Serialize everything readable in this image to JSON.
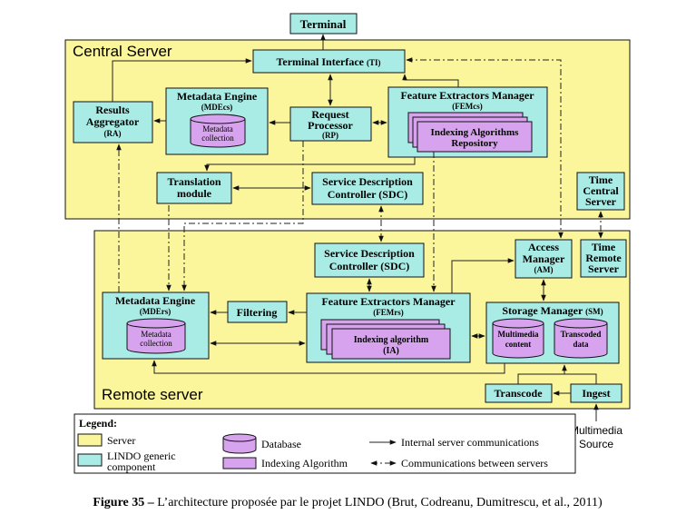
{
  "zones": {
    "central": "Central Server",
    "remote": "Remote server"
  },
  "terminal": "Terminal",
  "central_server": {
    "terminal_interface": {
      "name": "Terminal Interface",
      "abbr": "(TI)"
    },
    "results_aggregator": {
      "line1": "Results",
      "line2": "Aggregator",
      "abbr": "(RA)"
    },
    "metadata_engine": {
      "name": "Metadata Engine",
      "abbr": "(MDEcs)",
      "db_line1": "Metadata",
      "db_line2": "collection"
    },
    "request_processor": {
      "line1": "Request",
      "line2": "Processor",
      "abbr": "(RP)"
    },
    "feature_extractors_manager": {
      "name": "Feature Extractors Manager",
      "abbr": "(FEMcs)",
      "repo_line1": "Indexing Algorithms",
      "repo_line2": "Repository"
    },
    "translation_module": {
      "line1": "Translation",
      "line2": "module"
    },
    "service_description_controller": {
      "line1": "Service Description",
      "line2": "Controller (SDC)"
    }
  },
  "time_central_server": {
    "line1": "Time",
    "line2": "Central",
    "line3": "Server"
  },
  "time_remote_server": {
    "line1": "Time",
    "line2": "Remote",
    "line3": "Server"
  },
  "remote_server": {
    "service_description_controller": {
      "line1": "Service Description",
      "line2": "Controller (SDC)"
    },
    "access_manager": {
      "line1": "Access",
      "line2": "Manager",
      "abbr": "(AM)"
    },
    "metadata_engine": {
      "name": "Metadata Engine",
      "abbr": "(MDErs)",
      "db_line1": "Metadata",
      "db_line2": "collection"
    },
    "filtering": "Filtering",
    "feature_extractors_manager": {
      "name": "Feature Extractors Manager",
      "abbr": "(FEMrs)",
      "alg_line1": "Indexing algorithm",
      "alg_line2": "(IA)"
    },
    "storage_manager": {
      "name": "Storage Manager",
      "abbr": "(SM)",
      "db1_line1": "Multimedia",
      "db1_line2": "content",
      "db2_line1": "Transcoded",
      "db2_line2": "data"
    },
    "transcode": "Transcode",
    "ingest": "Ingest"
  },
  "multimedia_source": {
    "line1": "Multimedia",
    "line2": "Source"
  },
  "legend": {
    "title": "Legend:",
    "server": "Server",
    "component_line1": "LINDO generic",
    "component_line2": "component",
    "database": "Database",
    "indexing_algorithm": "Indexing Algorithm",
    "internal": "Internal server communications",
    "between": "Communications between servers"
  },
  "caption": {
    "label": "Figure 35 –",
    "text": " L’architecture proposée par le projet LINDO (Brut, Codreanu, Dumitrescu, et al., 2011)"
  },
  "colors": {
    "server": "#fbf59b",
    "component": "#a9ece6",
    "algorithm": "#d7a3ef"
  }
}
